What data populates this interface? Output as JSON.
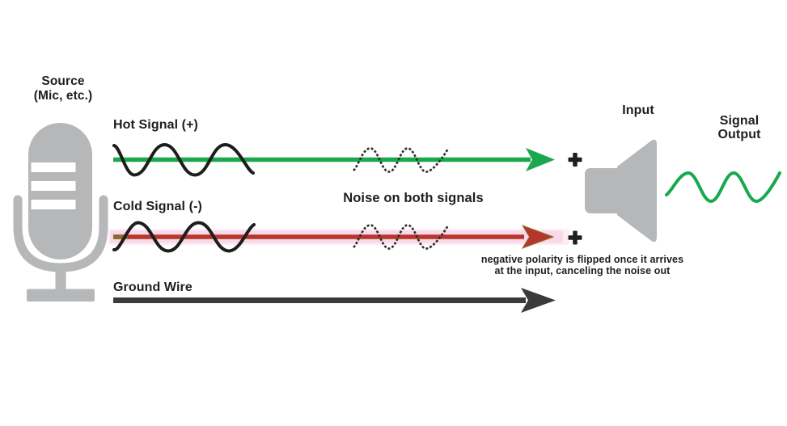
{
  "labels": {
    "source_line1": "Source",
    "source_line2": "(Mic, etc.)",
    "hot": "Hot Signal (+)",
    "cold": "Cold Signal (-)",
    "noise": "Noise on both signals",
    "ground": "Ground Wire",
    "input": "Input",
    "output_line1": "Signal",
    "output_line2": "Output",
    "note_line1": "negative polarity is flipped once it arrives",
    "note_line2": "at the input, canceling the noise out"
  },
  "icons": {
    "microphone": "microphone-glyph",
    "speaker": "speaker-horn-glyph",
    "plus": "+"
  },
  "colors": {
    "hot_green": "#1aa74d",
    "output_green": "#17a94e",
    "cold_red": "#b5372b",
    "cold_glow_pink": "#fad7e9",
    "cold_glow_pink_outer": "#fdeef6",
    "cold_overlap_olive": "#8a6c2d",
    "ground_dark": "#3b3b3d",
    "icon_gray": "#b5b7b9",
    "wave_black": "#1d1d1b",
    "noise_dark": "#2b2b2b",
    "text_black": "#1e1e1c"
  }
}
